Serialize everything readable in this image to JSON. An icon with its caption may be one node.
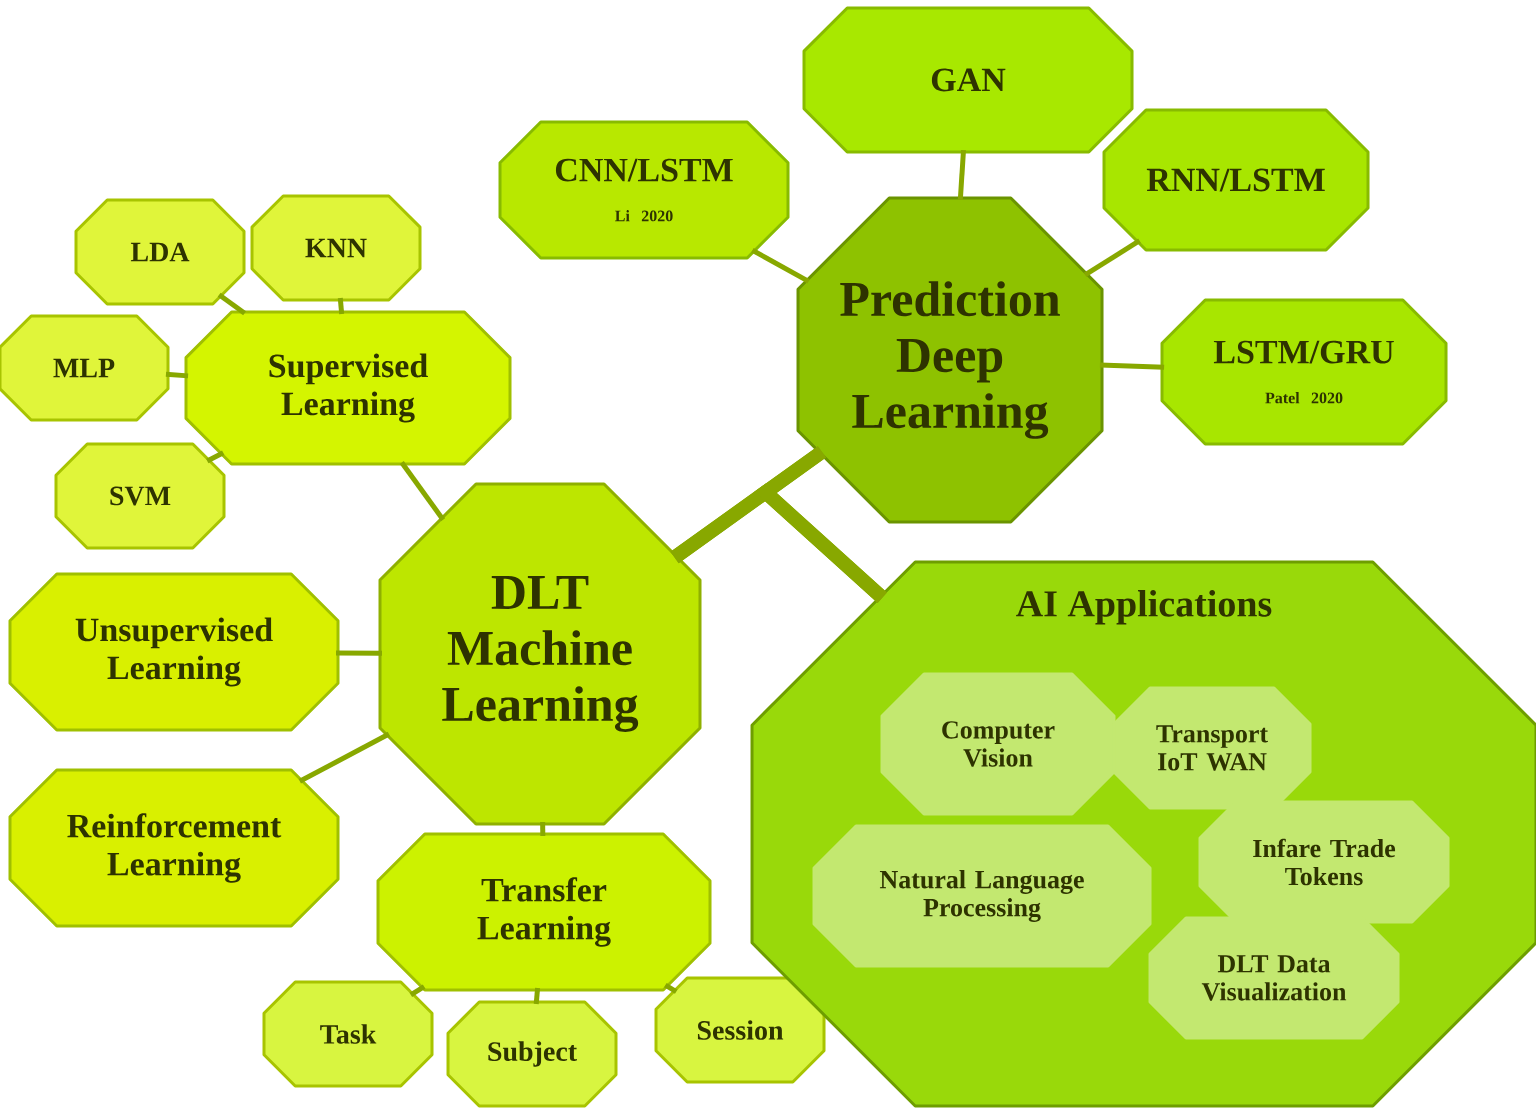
{
  "diagram": {
    "nodes": [
      {
        "text": [
          "DLT Machine Learning"
        ]
      },
      {
        "text": [
          "Supervised Learning"
        ]
      },
      {
        "text": [
          "LDA"
        ]
      },
      {
        "text": [
          "KNN"
        ]
      },
      {
        "text": [
          "MLP"
        ]
      },
      {
        "text": [
          "SVM"
        ]
      },
      {
        "text": [
          "Unsupervised Learning"
        ]
      },
      {
        "text": [
          "Reinforcement Learning"
        ]
      },
      {
        "text": [
          "Transfer Learning"
        ]
      },
      {
        "text": [
          "Task"
        ]
      },
      {
        "text": [
          "Subject"
        ]
      },
      {
        "text": [
          "Session"
        ]
      },
      {
        "text": [
          "Prediction Deep Learning"
        ]
      },
      {
        "text": [
          "GAN"
        ]
      },
      {
        "text": [
          "CNN/LSTM",
          "Li 2020"
        ]
      },
      {
        "text": [
          "RNN/LSTM"
        ]
      },
      {
        "text": [
          "LSTM/GRU",
          "Patel 2020"
        ]
      },
      {
        "text": [
          "AI Applications"
        ]
      },
      {
        "text": [
          "Computer Vision"
        ],
        "in": 17
      },
      {
        "text": [
          "Transport IoT WAN"
        ],
        "in": 17
      },
      {
        "text": [
          "Natural Language Processing"
        ],
        "in": 17
      },
      {
        "text": [
          "Infare Trade Tokens"
        ],
        "in": 17
      },
      {
        "text": [
          "DLT Data Visualization"
        ],
        "in": 17
      }
    ],
    "edges": [
      {
        "from": 0,
        "to": 12,
        "arrow": "none",
        "style": "thick"
      },
      {
        "from": 0,
        "to": 17,
        "arrow": "none",
        "style": "thick"
      },
      {
        "from": 12,
        "to": 17,
        "arrow": "none",
        "style": "thick"
      },
      {
        "from": 0,
        "to": 1,
        "arrow": "none"
      },
      {
        "from": 0,
        "to": 6,
        "arrow": "none"
      },
      {
        "from": 0,
        "to": 7,
        "arrow": "none"
      },
      {
        "from": 0,
        "to": 8,
        "arrow": "none"
      },
      {
        "from": 1,
        "to": 2,
        "arrow": "none"
      },
      {
        "from": 1,
        "to": 3,
        "arrow": "none"
      },
      {
        "from": 1,
        "to": 4,
        "arrow": "none"
      },
      {
        "from": 1,
        "to": 5,
        "arrow": "none"
      },
      {
        "from": 8,
        "to": 9,
        "arrow": "none"
      },
      {
        "from": 8,
        "to": 10,
        "arrow": "none"
      },
      {
        "from": 8,
        "to": 11,
        "arrow": "none"
      },
      {
        "from": 12,
        "to": 13,
        "arrow": "none"
      },
      {
        "from": 12,
        "to": 14,
        "arrow": "none"
      },
      {
        "from": 12,
        "to": 15,
        "arrow": "none"
      },
      {
        "from": 12,
        "to": 16,
        "arrow": "none"
      }
    ]
  }
}
